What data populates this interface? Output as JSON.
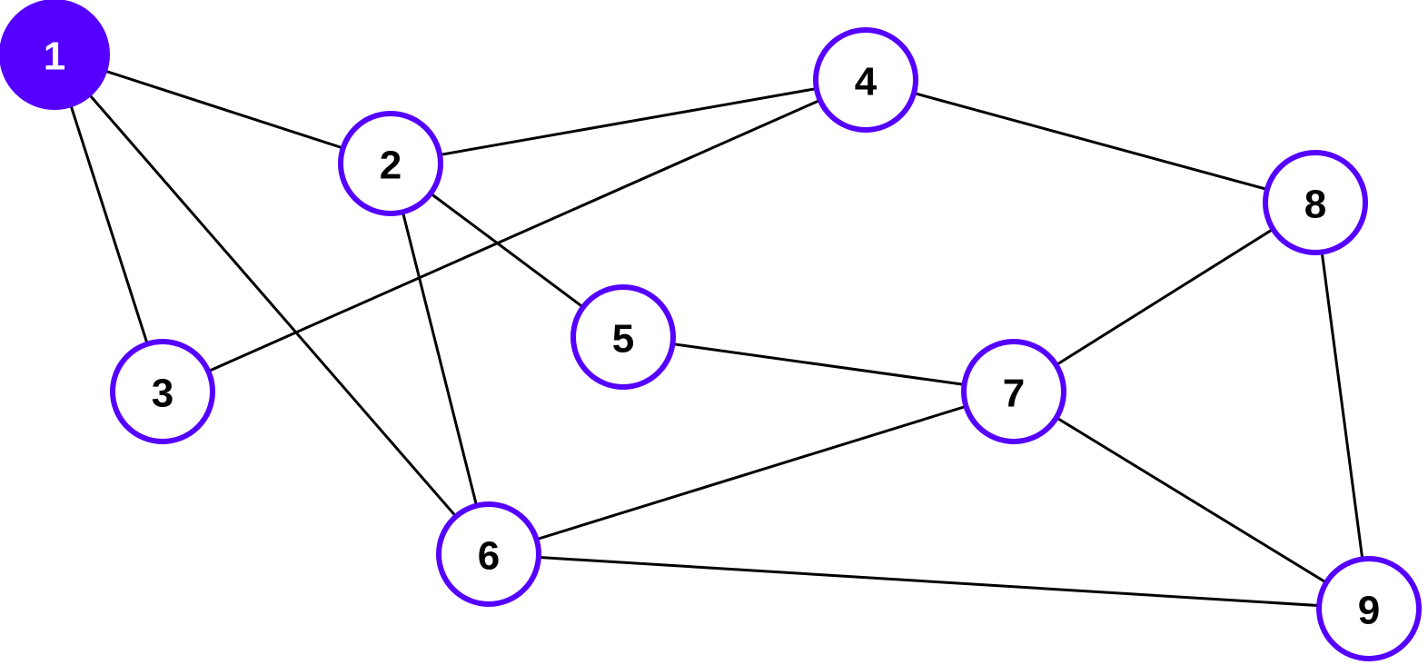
{
  "colors": {
    "accent": "#5500ff",
    "node_fill": "#ffffff",
    "selected_fill": "#5500ff",
    "edge": "#000000",
    "label": "#000000",
    "selected_label": "#ffffff"
  },
  "graph": {
    "nodes": [
      {
        "id": "1",
        "label": "1",
        "selected": true
      },
      {
        "id": "2",
        "label": "2",
        "selected": false
      },
      {
        "id": "3",
        "label": "3",
        "selected": false
      },
      {
        "id": "4",
        "label": "4",
        "selected": false
      },
      {
        "id": "5",
        "label": "5",
        "selected": false
      },
      {
        "id": "6",
        "label": "6",
        "selected": false
      },
      {
        "id": "7",
        "label": "7",
        "selected": false
      },
      {
        "id": "8",
        "label": "8",
        "selected": false
      },
      {
        "id": "9",
        "label": "9",
        "selected": false
      }
    ],
    "edges": [
      [
        "1",
        "2"
      ],
      [
        "1",
        "3"
      ],
      [
        "1",
        "6"
      ],
      [
        "2",
        "4"
      ],
      [
        "2",
        "5"
      ],
      [
        "2",
        "6"
      ],
      [
        "3",
        "4"
      ],
      [
        "4",
        "8"
      ],
      [
        "5",
        "7"
      ],
      [
        "6",
        "7"
      ],
      [
        "6",
        "9"
      ],
      [
        "7",
        "8"
      ],
      [
        "7",
        "9"
      ],
      [
        "8",
        "9"
      ]
    ]
  }
}
